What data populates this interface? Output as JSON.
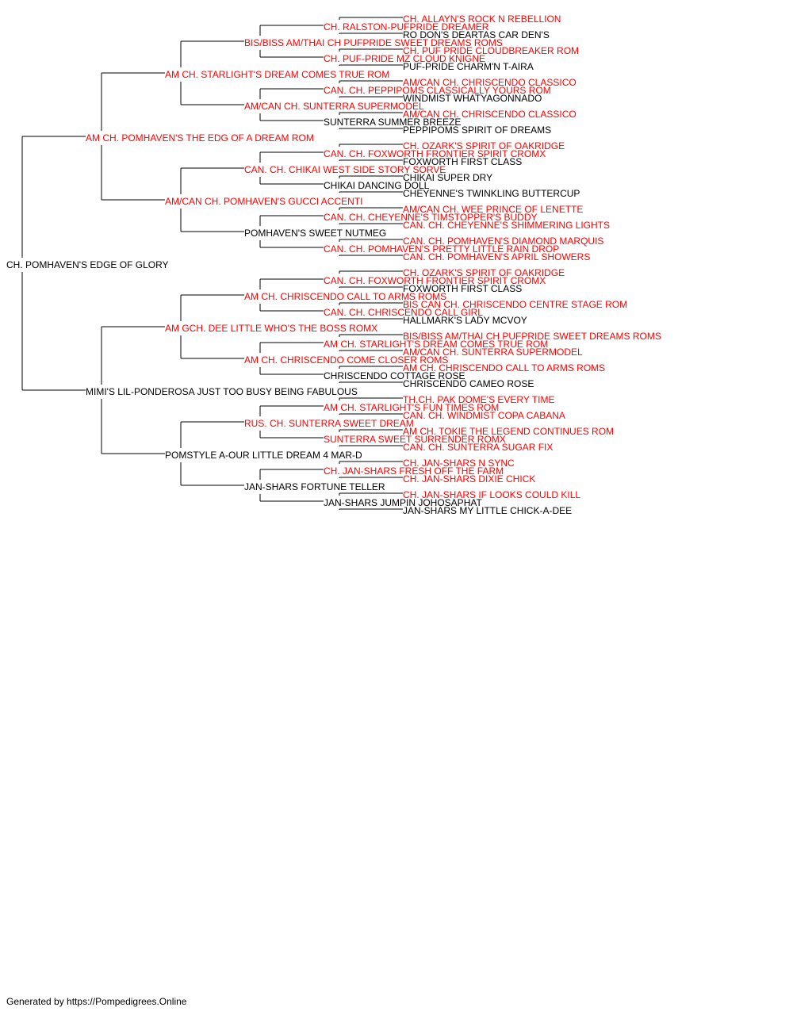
{
  "colors": {
    "champion": "#ff0000",
    "regular": "#000000",
    "line": "#000000"
  },
  "pedigree": {
    "subject": {
      "name": "CH. POMHAVEN'S EDGE OF GLORY",
      "champion": false
    },
    "individuals": [
      {
        "name": "AM CH. POMHAVEN'S THE EDG OF A DREAM ROM",
        "champion": true
      },
      {
        "name": "AM CH. STARLIGHT'S DREAM COMES TRUE ROM",
        "champion": true
      },
      {
        "name": "BIS/BISS AM/THAI CH PUFPRIDE SWEET DREAMS ROMS",
        "champion": true
      },
      {
        "name": "CH. RALSTON-PUFPRIDE DREAMER",
        "champion": true
      },
      {
        "name": "CH. ALLAYN'S ROCK N REBELLION",
        "champion": true
      },
      {
        "name": "RO DON'S DEARTAS CAR DEN'S",
        "champion": false
      },
      {
        "name": "CH. PUF-PRIDE MZ CLOUD KNIGNE",
        "champion": true
      },
      {
        "name": "CH. PUF PRIDE CLOUDBREAKER ROM",
        "champion": true
      },
      {
        "name": "PUF-PRIDE CHARM'N T-AIRA",
        "champion": false
      },
      {
        "name": "AM/CAN CH. SUNTERRA SUPERMODEL",
        "champion": true
      },
      {
        "name": "CAN. CH. PEPPIPOMS CLASSICALLY YOURS ROM",
        "champion": true
      },
      {
        "name": "AM/CAN CH. CHRISCENDO CLASSICO",
        "champion": true
      },
      {
        "name": "WINDMIST WHATYAGONNADO",
        "champion": false
      },
      {
        "name": "SUNTERRA SUMMER BREEZE",
        "champion": false
      },
      {
        "name": "AM/CAN CH. CHRISCENDO CLASSICO",
        "champion": true
      },
      {
        "name": "PEPPIPOMS SPIRIT OF DREAMS",
        "champion": false
      },
      {
        "name": "AM/CAN CH. POMHAVEN'S GUCCI ACCENTI",
        "champion": true
      },
      {
        "name": "CAN. CH. CHIKAI WEST SIDE STORY SORVE",
        "champion": true
      },
      {
        "name": "CAN. CH. FOXWORTH FRONTIER SPIRIT CROMX",
        "champion": true
      },
      {
        "name": "CH. OZARK'S SPIRIT OF OAKRIDGE",
        "champion": true
      },
      {
        "name": "FOXWORTH FIRST CLASS",
        "champion": false
      },
      {
        "name": "CHIKAI DANCING DOLL",
        "champion": false
      },
      {
        "name": "CHIKAI SUPER DRY",
        "champion": false
      },
      {
        "name": "CHEYENNE'S TWINKLING BUTTERCUP",
        "champion": false
      },
      {
        "name": "POMHAVEN'S SWEET NUTMEG",
        "champion": false
      },
      {
        "name": "CAN. CH. CHEYENNE'S TIMSTOPPER'S BUDDY",
        "champion": true
      },
      {
        "name": "AM/CAN CH. WEE PRINCE OF LENETTE",
        "champion": true
      },
      {
        "name": "CAN. CH. CHEYENNE'S SHIMMERING LIGHTS",
        "champion": true
      },
      {
        "name": "CAN. CH. POMHAVEN'S PRETTY LITTLE RAIN DROP",
        "champion": true
      },
      {
        "name": "CAN. CH. POMHAVEN'S DIAMOND MARQUIS",
        "champion": true
      },
      {
        "name": "CAN. CH. POMHAVEN'S APRIL SHOWERS",
        "champion": true
      },
      {
        "name": "MIMI'S LIL-PONDEROSA JUST TOO BUSY BEING FABULOUS",
        "champion": false
      },
      {
        "name": "AM GCH. DEE LITTLE WHO'S THE BOSS ROMX",
        "champion": true
      },
      {
        "name": "AM CH. CHRISCENDO CALL TO ARMS ROMS",
        "champion": true
      },
      {
        "name": "CAN. CH. FOXWORTH FRONTIER SPIRIT CROMX",
        "champion": true
      },
      {
        "name": "CH. OZARK'S SPIRIT OF OAKRIDGE",
        "champion": true
      },
      {
        "name": "FOXWORTH FIRST CLASS",
        "champion": false
      },
      {
        "name": "CAN. CH. CHRISCENDO CALL GIRL",
        "champion": true
      },
      {
        "name": "BIS CAN CH. CHRISCENDO CENTRE STAGE ROM",
        "champion": true
      },
      {
        "name": "HALLMARK'S LADY MCVOY",
        "champion": false
      },
      {
        "name": "AM CH. CHRISCENDO COME CLOSER ROMS",
        "champion": true
      },
      {
        "name": "AM CH. STARLIGHT'S DREAM COMES TRUE ROM",
        "champion": true
      },
      {
        "name": "BIS/BISS AM/THAI CH PUFPRIDE SWEET DREAMS ROMS",
        "champion": true
      },
      {
        "name": "AM/CAN CH. SUNTERRA SUPERMODEL",
        "champion": true
      },
      {
        "name": "CHRISCENDO COTTAGE ROSE",
        "champion": false
      },
      {
        "name": "AM CH. CHRISCENDO CALL TO ARMS ROMS",
        "champion": true
      },
      {
        "name": "CHRISCENDO CAMEO ROSE",
        "champion": false
      },
      {
        "name": "POMSTYLE A-OUR LITTLE DREAM 4 MAR-D",
        "champion": false
      },
      {
        "name": "RUS. CH. SUNTERRA SWEET DREAM",
        "champion": true
      },
      {
        "name": "AM CH. STARLIGHT'S FUN TIMES ROM",
        "champion": true
      },
      {
        "name": "TH.CH. PAK DOME'S EVERY TIME",
        "champion": true
      },
      {
        "name": "CAN. CH. WINDMIST COPA CABANA",
        "champion": true
      },
      {
        "name": "SUNTERRA SWEET SURRENDER ROMX",
        "champion": true
      },
      {
        "name": "AM CH. TOKIE THE LEGEND CONTINUES ROM",
        "champion": true
      },
      {
        "name": "CAN. CH. SUNTERRA SUGAR FIX",
        "champion": true
      },
      {
        "name": "JAN-SHARS FORTUNE TELLER",
        "champion": false
      },
      {
        "name": "CH. JAN-SHARS FRESH OFF THE FARM",
        "champion": true
      },
      {
        "name": "CH. JAN-SHARS N SYNC",
        "champion": true
      },
      {
        "name": "CH. JAN-SHARS DIXIE CHICK",
        "champion": true
      },
      {
        "name": "JAN-SHARS JUMPIN JOHOSAPHAT",
        "champion": false
      },
      {
        "name": "CH. JAN-SHARS IF LOOKS COULD KILL",
        "champion": true
      },
      {
        "name": "JAN-SHARS MY LITTLE CHICK-A-DEE",
        "champion": false
      }
    ]
  },
  "footer": {
    "text": "Generated by https://Pompedigrees.Online"
  }
}
